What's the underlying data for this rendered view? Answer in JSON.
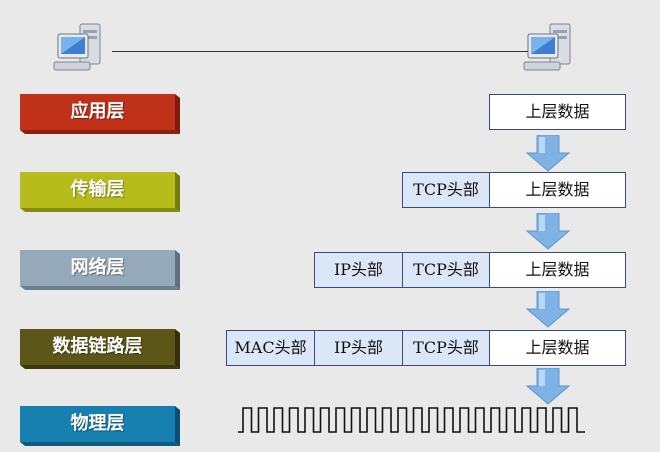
{
  "layers": [
    {
      "label": "应用层",
      "color": "#c0311a"
    },
    {
      "label": "传输层",
      "color": "#b5bc1c"
    },
    {
      "label": "网络层",
      "color": "#96a9ba"
    },
    {
      "label": "数据链路层",
      "color": "#5d5619"
    },
    {
      "label": "物理层",
      "color": "#1780b1"
    }
  ],
  "boxes": {
    "data": "上层数据",
    "tcp": "TCP头部",
    "ip": "IP头部",
    "mac": "MAC头部"
  },
  "colors": {
    "header_fill": "#dbe6f7",
    "box_border": "#3a4a86",
    "arrow": "#7fb3e6"
  }
}
